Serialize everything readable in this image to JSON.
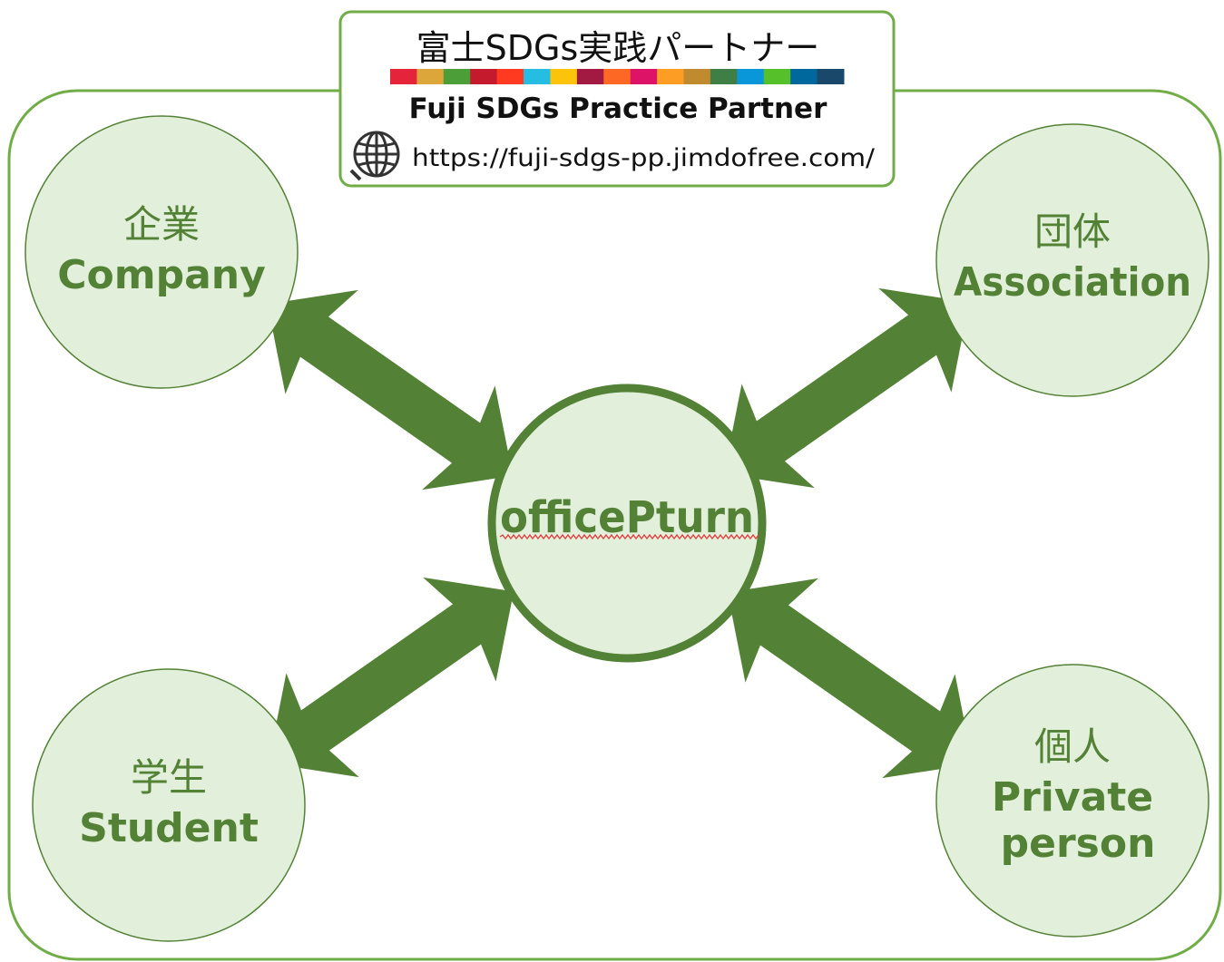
{
  "header": {
    "title_jp": "富士SDGs実践パートナー",
    "title_en": "Fuji SDGs Practice Partner",
    "url": "https://fuji-sdgs-pp.jimdofree.com/",
    "color_bar": [
      "#e5243b",
      "#dda63a",
      "#4c9f38",
      "#c5192d",
      "#ff3a21",
      "#26bde2",
      "#fcc30b",
      "#a21942",
      "#fd6925",
      "#dd1367",
      "#fd9d24",
      "#bf8b2e",
      "#3f7e44",
      "#0a97d9",
      "#56c02b",
      "#00689d",
      "#19486a"
    ]
  },
  "center": {
    "label": "officePturn"
  },
  "nodes": {
    "company": {
      "jp": "企業",
      "en": "Company"
    },
    "association": {
      "jp": "団体",
      "en": "Association"
    },
    "student": {
      "jp": "学生",
      "en": "Student"
    },
    "private": {
      "jp": "個人",
      "en_line1": "Private",
      "en_line2": "person"
    }
  },
  "colors": {
    "green_dark": "#538135",
    "green_fill": "#e2efda",
    "green_border": "#70ad47"
  },
  "icons": {
    "url_icon": "globe-icon"
  }
}
